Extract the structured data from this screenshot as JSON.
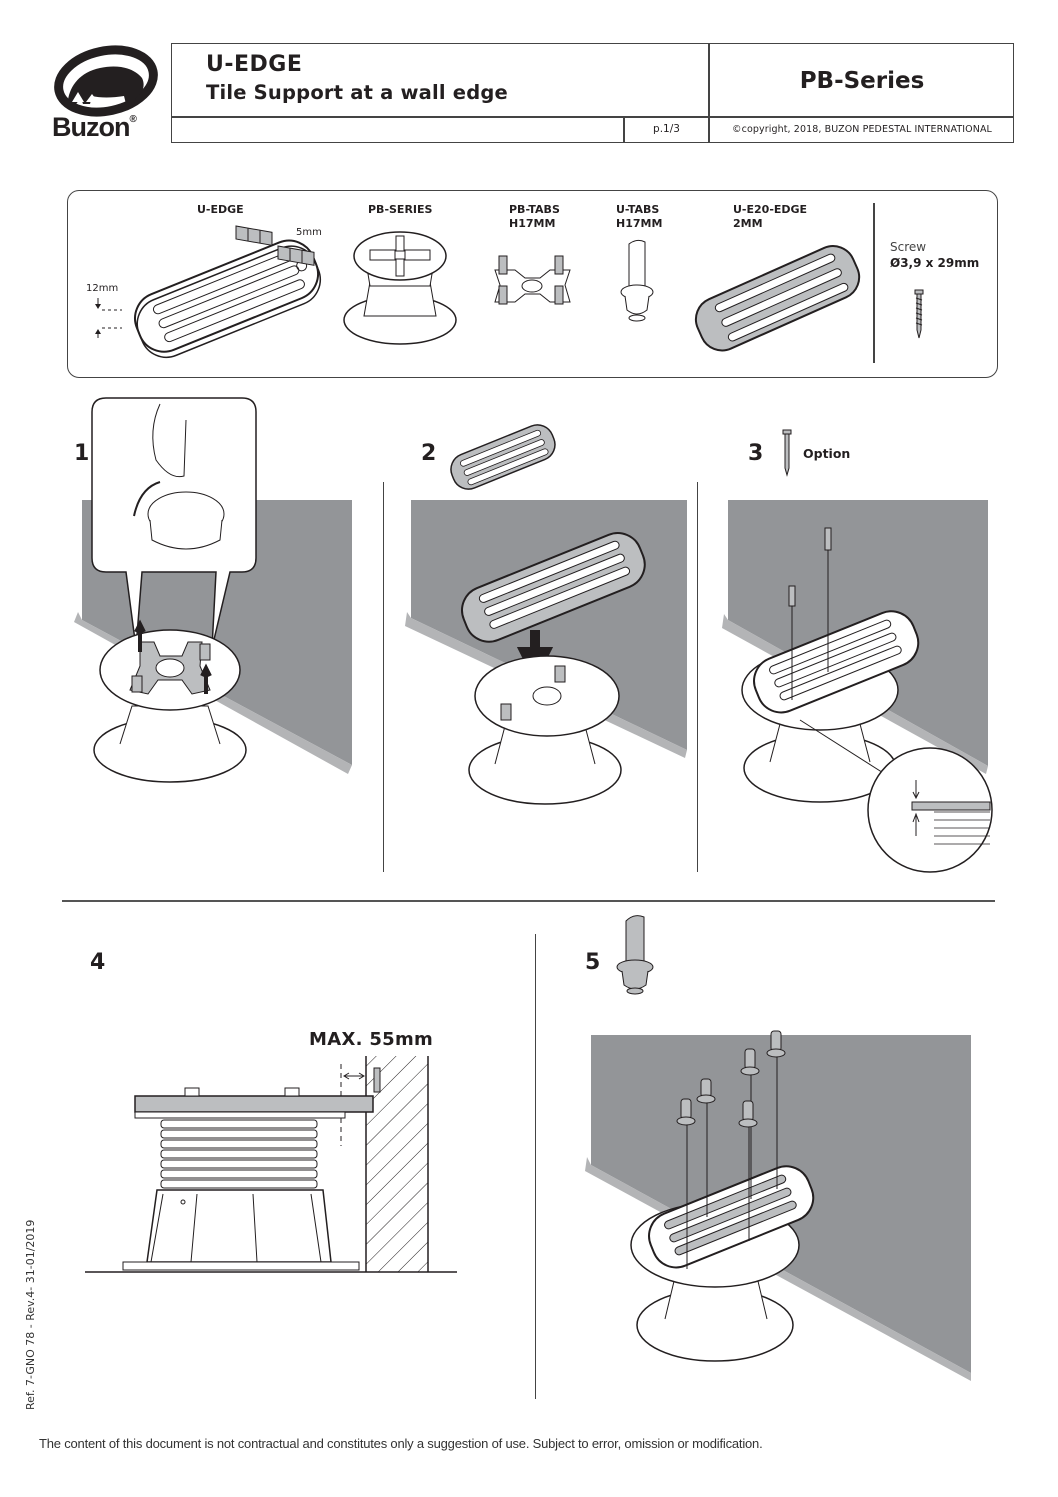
{
  "header": {
    "brand": "Buzon",
    "brand_mark": "®",
    "product_title": "U-EDGE",
    "product_subtitle": "Tile Support at a wall edge",
    "series": "PB-Series",
    "page": "p.1/3",
    "copyright": "©copyright, 2018, BUZON PEDESTAL INTERNATIONAL"
  },
  "parts": {
    "items": [
      {
        "name": "U-EDGE",
        "sub": ""
      },
      {
        "name": "PB-SERIES",
        "sub": ""
      },
      {
        "name": "PB-TABS",
        "sub": "H17MM"
      },
      {
        "name": "U-TABS",
        "sub": "H17MM"
      },
      {
        "name": "U-E20-EDGE",
        "sub": "2MM"
      }
    ],
    "dim_tab_gap": "5mm",
    "dim_thickness": "12mm",
    "screw_label": "Screw",
    "screw_size": "Ø3,9 x 29mm"
  },
  "steps": [
    {
      "number": "1"
    },
    {
      "number": "2"
    },
    {
      "number": "3",
      "note": "Option"
    },
    {
      "number": "4",
      "dimension": "MAX. 55mm"
    },
    {
      "number": "5"
    }
  ],
  "colors": {
    "wall_gray": "#939598",
    "floor_edge": "#b3b4b6",
    "ink": "#231f20",
    "part_gray": "#bcbec0"
  },
  "reference": "Ref. 7-GNO 78 - Rev.4- 31-01/2019",
  "disclaimer": "The content of this document is not contractual and constitutes only a suggestion of use. Subject to error, omission or modification."
}
